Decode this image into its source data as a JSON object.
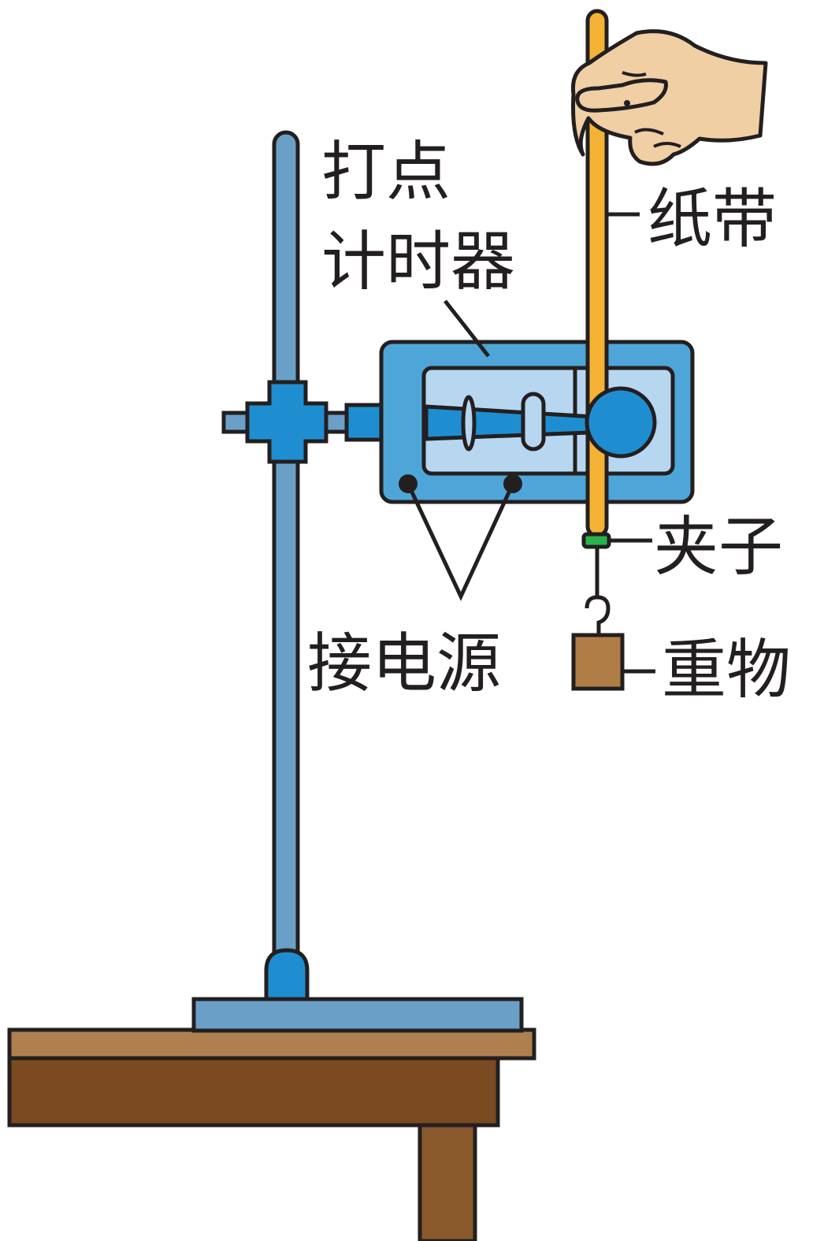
{
  "labels": {
    "timer_line1": "打点",
    "timer_line2": "计时器",
    "tape": "纸带",
    "clip": "夹子",
    "power": "接电源",
    "weight": "重物"
  },
  "colors": {
    "outline": "#231f20",
    "stand_rod": "#6aa0c8",
    "stand_base": "#6aa0c8",
    "clamp": "#1f8ed0",
    "timer_body": "#4ea6d8",
    "timer_window": "#b7d7f0",
    "tape": "#f5b335",
    "hand": "#f0cfa5",
    "table_top": "#ae8050",
    "table_front": "#7a4a21",
    "table_leg": "#8a5a2d",
    "weight": "#b07d46",
    "clip": "#2bb34b"
  }
}
